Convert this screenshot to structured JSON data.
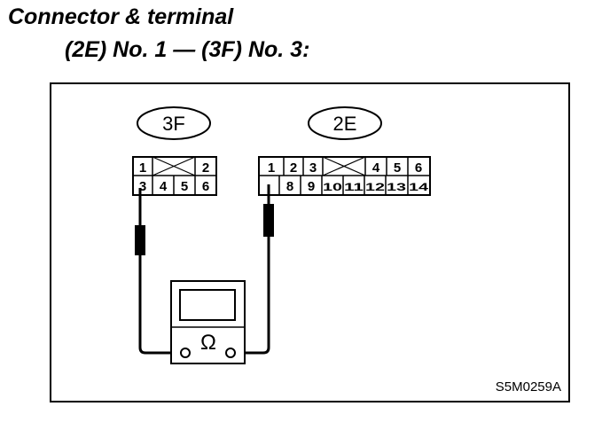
{
  "title": {
    "line1": "Connector & terminal",
    "line2": "(2E) No. 1 — (3F) No. 3:"
  },
  "connectors": {
    "c3f": {
      "name": "3F",
      "row1": [
        "1",
        "2"
      ],
      "row2": [
        "3",
        "4",
        "5",
        "6"
      ]
    },
    "c2e": {
      "name": "2E",
      "row1": [
        "1",
        "2",
        "3",
        "4",
        "5",
        "6"
      ],
      "row2": [
        "8",
        "9",
        "10",
        "11",
        "12",
        "13",
        "14"
      ]
    }
  },
  "meter": {
    "symbol": "Ω",
    "icon": "ohmmeter-icon"
  },
  "figure_code": "S5M0259A"
}
